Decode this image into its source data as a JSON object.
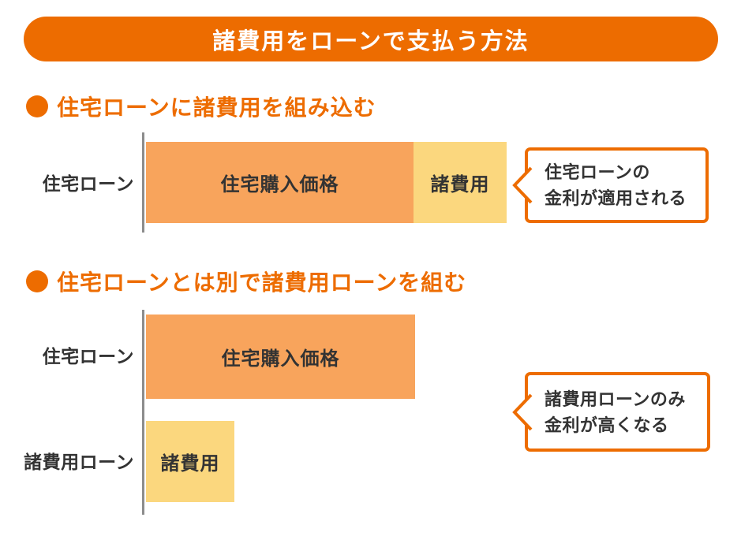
{
  "title": "諸費用をローンで支払う方法",
  "colors": {
    "accent_orange": "#ED6C00",
    "bar_orange": "#F8A45C",
    "bar_yellow": "#FBD77E",
    "axis_gray": "#8C8C8C",
    "text_dark": "#333333"
  },
  "sections": [
    {
      "heading": "住宅ローンに諸費用を組み込む",
      "rows": [
        {
          "label": "住宅ローン",
          "segments": [
            {
              "label": "住宅購入価格",
              "color": "#F8A45C"
            },
            {
              "label": "諸費用",
              "color": "#FBD77E"
            }
          ]
        }
      ],
      "callout": {
        "line1": "住宅ローンの",
        "line2": "金利が適用される"
      }
    },
    {
      "heading": "住宅ローンとは別で諸費用ローンを組む",
      "rows": [
        {
          "label": "住宅ローン",
          "segments": [
            {
              "label": "住宅購入価格",
              "color": "#F8A45C"
            }
          ]
        },
        {
          "label": "諸費用ローン",
          "segments": [
            {
              "label": "諸費用",
              "color": "#FBD77E"
            }
          ]
        }
      ],
      "callout": {
        "line1": "諸費用ローンのみ",
        "line2": "金利が高くなる"
      }
    }
  ]
}
